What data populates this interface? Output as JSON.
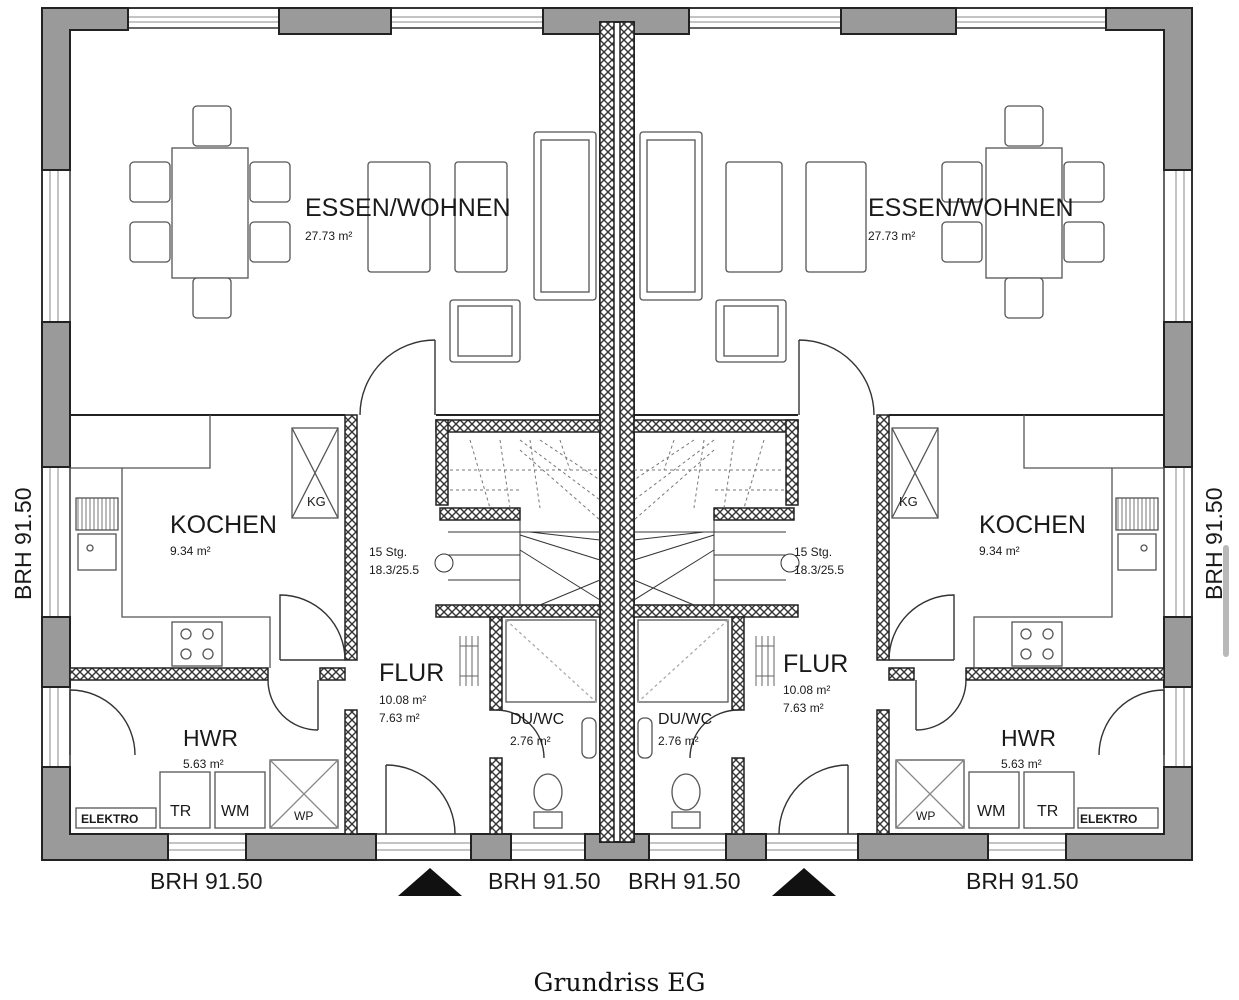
{
  "caption": "Grundriss EG",
  "dimensions": {
    "bottom_left": "BRH 91.50",
    "bottom_mid_left": "BRH 91.50",
    "bottom_mid_right": "BRH 91.50",
    "bottom_right": "BRH 91.50",
    "side_left": "BRH 91.50",
    "side_right": "BRH 91.50"
  },
  "left_unit": {
    "essen": {
      "name": "ESSEN/WOHNEN",
      "area": "27.73 m²"
    },
    "kochen": {
      "name": "KOCHEN",
      "area": "9.34 m²"
    },
    "kg": "KG",
    "stairs": {
      "steps": "15 Stg.",
      "size": "18.3/25.5"
    },
    "flur": {
      "name": "FLUR",
      "area1": "10.08 m²",
      "area2": "7.63 m²"
    },
    "duwc": {
      "name": "DU/WC",
      "area": "2.76 m²"
    },
    "hwr": {
      "name": "HWR",
      "area": "5.63 m²"
    },
    "tr": "TR",
    "wm": "WM",
    "wp": "WP",
    "elektro": "ELEKTRO"
  },
  "right_unit": {
    "essen": {
      "name": "ESSEN/WOHNEN",
      "area": "27.73 m²"
    },
    "kochen": {
      "name": "KOCHEN",
      "area": "9.34 m²"
    },
    "kg": "KG",
    "stairs": {
      "steps": "15 Stg.",
      "size": "18.3/25.5"
    },
    "flur": {
      "name": "FLUR",
      "area1": "10.08 m²",
      "area2": "7.63 m²"
    },
    "duwc": {
      "name": "DU/WC",
      "area": "2.76 m²"
    },
    "hwr": {
      "name": "HWR",
      "area": "5.63 m²"
    },
    "tr": "TR",
    "wm": "WM",
    "wp": "WP",
    "elektro": "ELEKTRO"
  }
}
